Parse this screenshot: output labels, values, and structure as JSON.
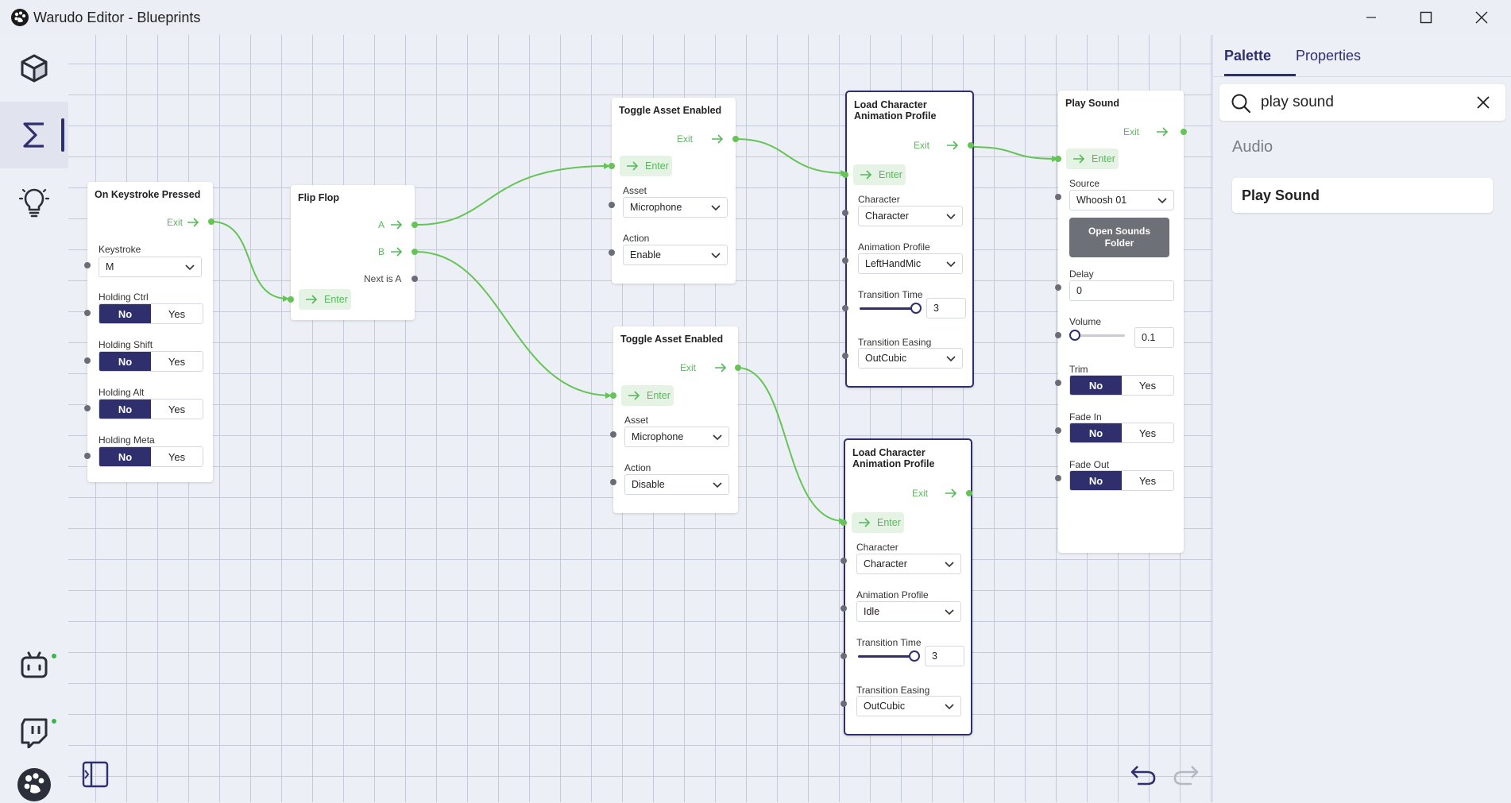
{
  "app": {
    "title": "Warudo Editor - Blueprints"
  },
  "colors": {
    "accent": "#302f6e",
    "flow_wire": "#66c457",
    "flow_text": "#58b85c",
    "status_online": "#39b54a"
  },
  "sidebar": {
    "items": [
      {
        "icon": "cube-icon",
        "active": false
      },
      {
        "icon": "sigma-icon",
        "active": true
      },
      {
        "icon": "lightbulb-icon",
        "active": false
      },
      {
        "icon": "robot-icon",
        "status": "online"
      },
      {
        "icon": "twitch-icon",
        "status": "online"
      },
      {
        "icon": "warudo-logo-icon"
      }
    ]
  },
  "nodes": {
    "keystroke": {
      "title": "On Keystroke Pressed",
      "exit": "Exit",
      "keystroke_label": "Keystroke",
      "keystroke_value": "M",
      "ctrl_label": "Holding Ctrl",
      "shift_label": "Holding Shift",
      "alt_label": "Holding Alt",
      "meta_label": "Holding Meta",
      "no": "No",
      "yes": "Yes"
    },
    "flipflop": {
      "title": "Flip Flop",
      "a": "A",
      "b": "B",
      "next_is_a": "Next is A",
      "enter": "Enter"
    },
    "toggle1": {
      "title": "Toggle Asset Enabled",
      "exit": "Exit",
      "enter": "Enter",
      "asset_label": "Asset",
      "asset_value": "Microphone",
      "action_label": "Action",
      "action_value": "Enable"
    },
    "toggle2": {
      "title": "Toggle Asset Enabled",
      "exit": "Exit",
      "enter": "Enter",
      "asset_label": "Asset",
      "asset_value": "Microphone",
      "action_label": "Action",
      "action_value": "Disable"
    },
    "load1": {
      "title_line1": "Load Character",
      "title_line2": "Animation Profile",
      "exit": "Exit",
      "enter": "Enter",
      "character_label": "Character",
      "character_value": "Character",
      "profile_label": "Animation Profile",
      "profile_value": "LeftHandMic",
      "time_label": "Transition Time",
      "time_value": "3",
      "easing_label": "Transition Easing",
      "easing_value": "OutCubic"
    },
    "load2": {
      "title_line1": "Load Character",
      "title_line2": "Animation Profile",
      "exit": "Exit",
      "enter": "Enter",
      "character_label": "Character",
      "character_value": "Character",
      "profile_label": "Animation Profile",
      "profile_value": "Idle",
      "time_label": "Transition Time",
      "time_value": "3",
      "easing_label": "Transition Easing",
      "easing_value": "OutCubic"
    },
    "playsound": {
      "title": "Play Sound",
      "exit": "Exit",
      "enter": "Enter",
      "source_label": "Source",
      "source_value": "Whoosh 01",
      "open_folder_line1": "Open Sounds",
      "open_folder_line2": "Folder",
      "delay_label": "Delay",
      "delay_value": "0",
      "volume_label": "Volume",
      "volume_value": "0.1",
      "trim_label": "Trim",
      "fadein_label": "Fade In",
      "fadeout_label": "Fade Out",
      "no": "No",
      "yes": "Yes"
    }
  },
  "right_panel": {
    "tabs": [
      {
        "label": "Palette",
        "active": true
      },
      {
        "label": "Properties",
        "active": false
      }
    ],
    "search": {
      "value": "play sound"
    },
    "category": "Audio",
    "results": [
      "Play Sound"
    ]
  }
}
